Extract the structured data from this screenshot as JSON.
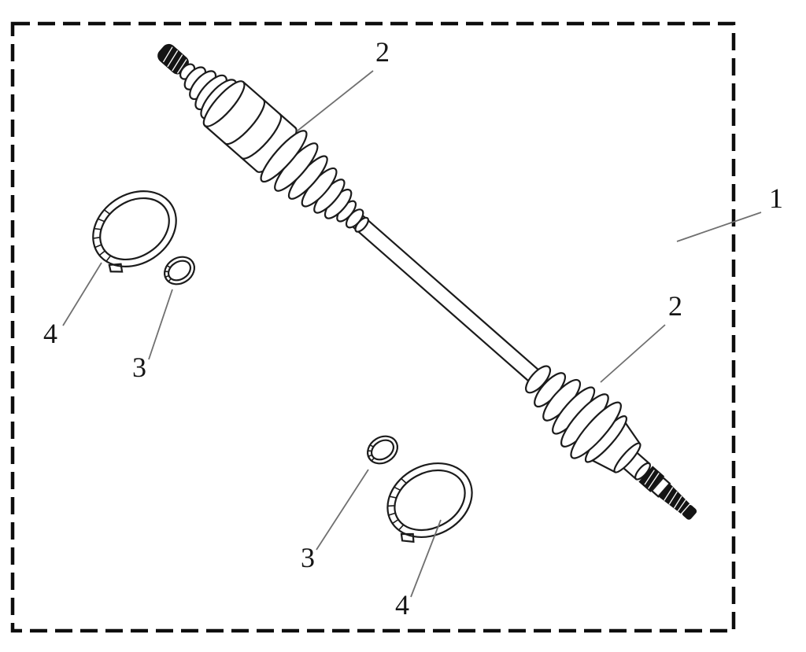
{
  "figure": {
    "callouts": {
      "part1": {
        "label": "1"
      },
      "part2_upper": {
        "label": "2"
      },
      "part2_lower": {
        "label": "2"
      },
      "part3_upper": {
        "label": "3"
      },
      "part3_lower": {
        "label": "3"
      },
      "part4_upper": {
        "label": "4"
      },
      "part4_lower": {
        "label": "4"
      }
    },
    "colors": {
      "line": "#1b1b1b",
      "leader": "#707070",
      "dark_fill": "#141414",
      "background": "#ffffff"
    }
  }
}
